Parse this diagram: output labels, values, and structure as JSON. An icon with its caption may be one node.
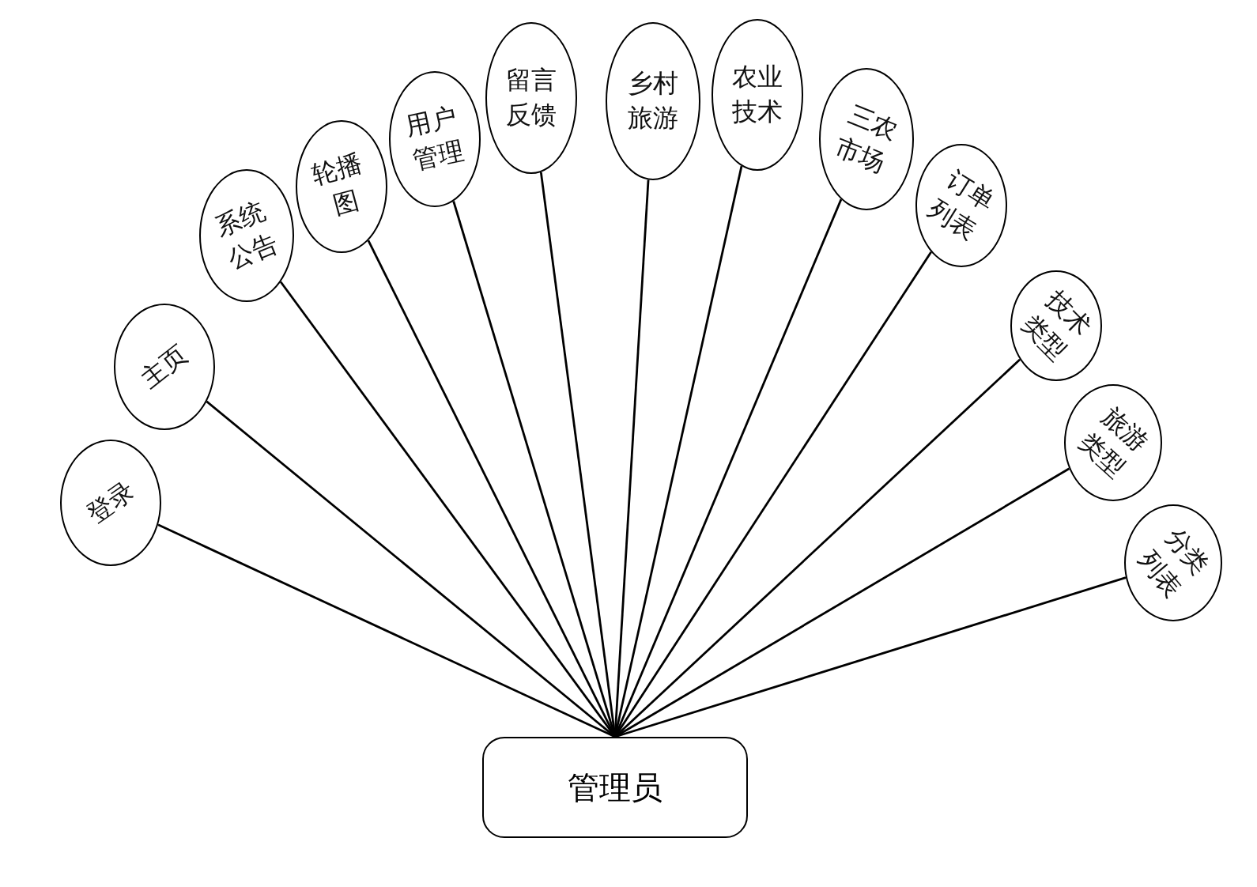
{
  "diagram": {
    "nodes": [
      {
        "text": [
          "登录"
        ]
      },
      {
        "text": [
          "主页"
        ]
      },
      {
        "text": [
          "系统公告"
        ]
      },
      {
        "text": [
          "轮播图"
        ]
      },
      {
        "text": [
          "用户管理"
        ]
      },
      {
        "text": [
          "留言反馈"
        ]
      },
      {
        "text": [
          "乡村旅游"
        ]
      },
      {
        "text": [
          "农业技术"
        ]
      },
      {
        "text": [
          "三农市场"
        ]
      },
      {
        "text": [
          "订单列表"
        ]
      },
      {
        "text": [
          "技术类型"
        ]
      },
      {
        "text": [
          "旅游类型"
        ]
      },
      {
        "text": [
          "分类列表"
        ]
      },
      {
        "text": [
          "管理员"
        ]
      }
    ],
    "edges": [
      {
        "from": 13,
        "to": 0,
        "arrow": "none"
      },
      {
        "from": 13,
        "to": 1,
        "arrow": "none"
      },
      {
        "from": 13,
        "to": 2,
        "arrow": "none"
      },
      {
        "from": 13,
        "to": 3,
        "arrow": "none"
      },
      {
        "from": 13,
        "to": 4,
        "arrow": "none"
      },
      {
        "from": 13,
        "to": 5,
        "arrow": "none"
      },
      {
        "from": 13,
        "to": 6,
        "arrow": "none"
      },
      {
        "from": 13,
        "to": 7,
        "arrow": "none"
      },
      {
        "from": 13,
        "to": 8,
        "arrow": "none"
      },
      {
        "from": 13,
        "to": 9,
        "arrow": "none"
      },
      {
        "from": 13,
        "to": 10,
        "arrow": "none"
      },
      {
        "from": 13,
        "to": 11,
        "arrow": "none"
      },
      {
        "from": 13,
        "to": 12,
        "arrow": "none"
      }
    ]
  }
}
